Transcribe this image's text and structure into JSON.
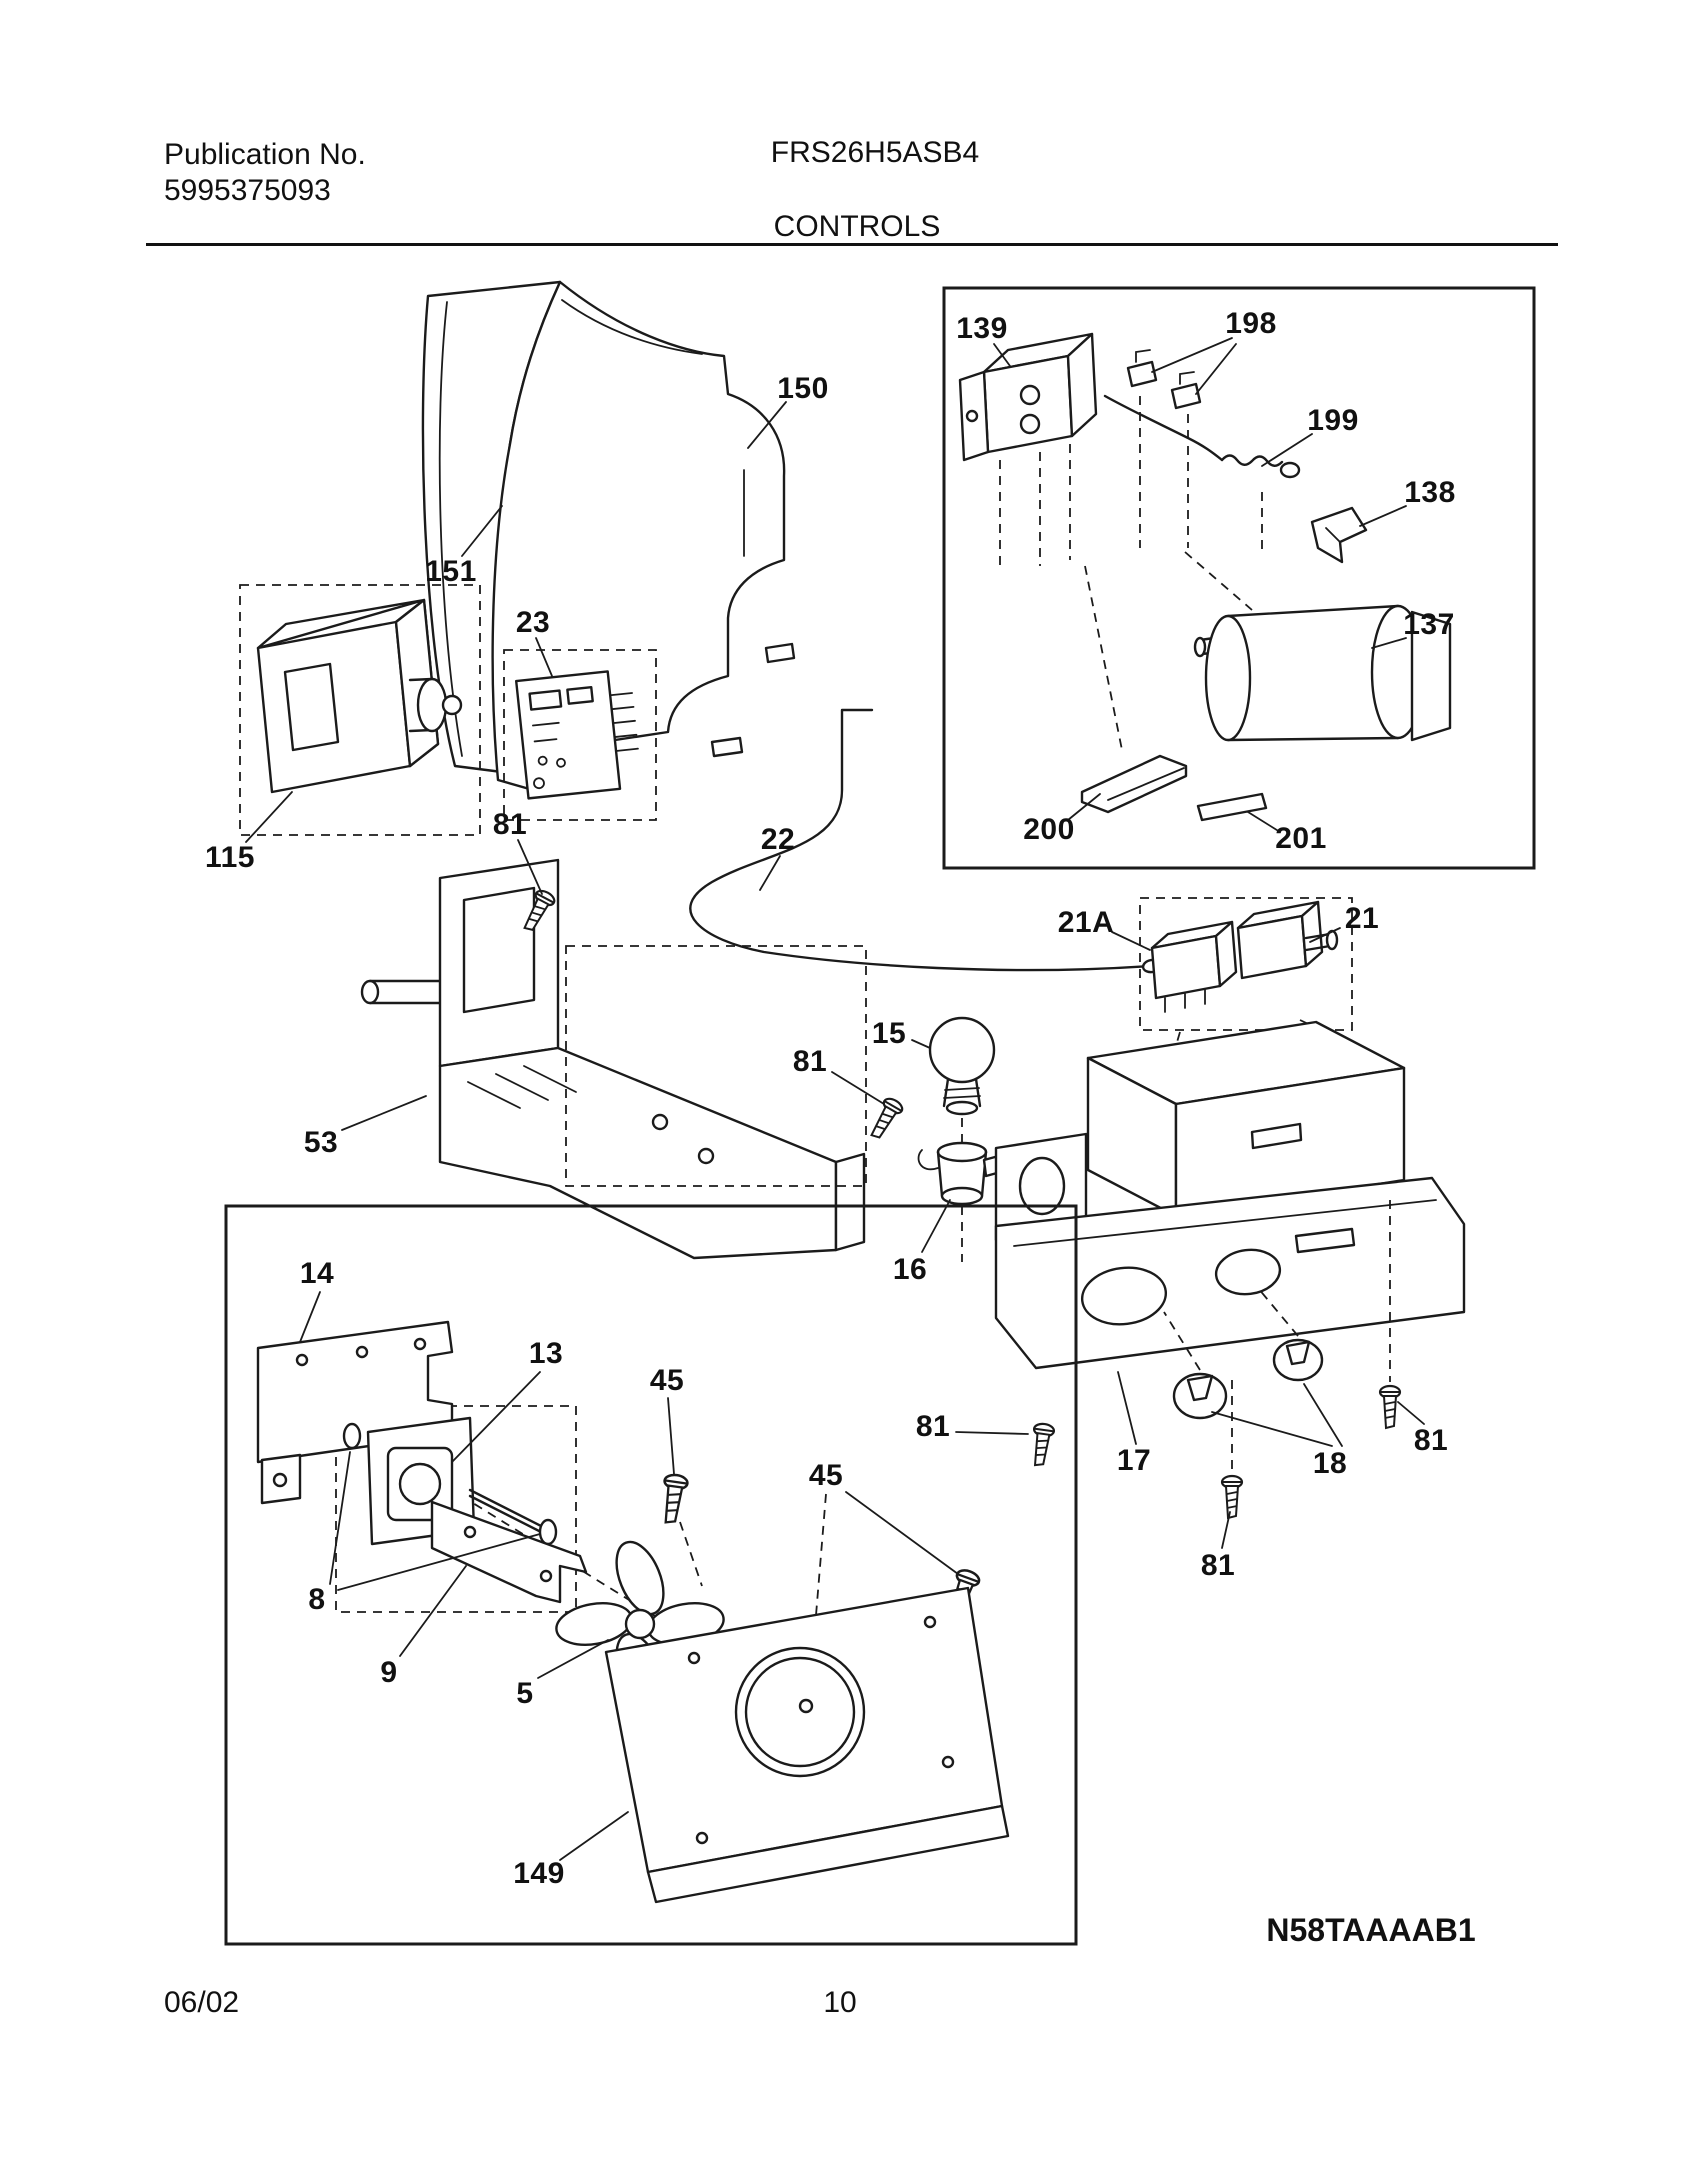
{
  "header": {
    "publication_label": "Publication No.",
    "publication_number": "5995375093",
    "model_number": "FRS26H5ASB4",
    "section_title": "CONTROLS"
  },
  "footer": {
    "date": "06/02",
    "page_number": "10"
  },
  "diagram": {
    "code": "N58TAAAAB1",
    "callouts": [
      {
        "label": "150"
      },
      {
        "label": "151"
      },
      {
        "label": "139"
      },
      {
        "label": "198"
      },
      {
        "label": "199"
      },
      {
        "label": "138"
      },
      {
        "label": "137"
      },
      {
        "label": "200"
      },
      {
        "label": "201"
      },
      {
        "label": "23"
      },
      {
        "label": "115"
      },
      {
        "label": "81"
      },
      {
        "label": "22"
      },
      {
        "label": "21A"
      },
      {
        "label": "21"
      },
      {
        "label": "15"
      },
      {
        "label": "81"
      },
      {
        "label": "53"
      },
      {
        "label": "16"
      },
      {
        "label": "14"
      },
      {
        "label": "13"
      },
      {
        "label": "45"
      },
      {
        "label": "45"
      },
      {
        "label": "8"
      },
      {
        "label": "9"
      },
      {
        "label": "5"
      },
      {
        "label": "149"
      },
      {
        "label": "81"
      },
      {
        "label": "17"
      },
      {
        "label": "18"
      },
      {
        "label": "81"
      },
      {
        "label": "81"
      }
    ]
  },
  "colors": {
    "line": "#1b1b1b",
    "background": "#ffffff"
  }
}
